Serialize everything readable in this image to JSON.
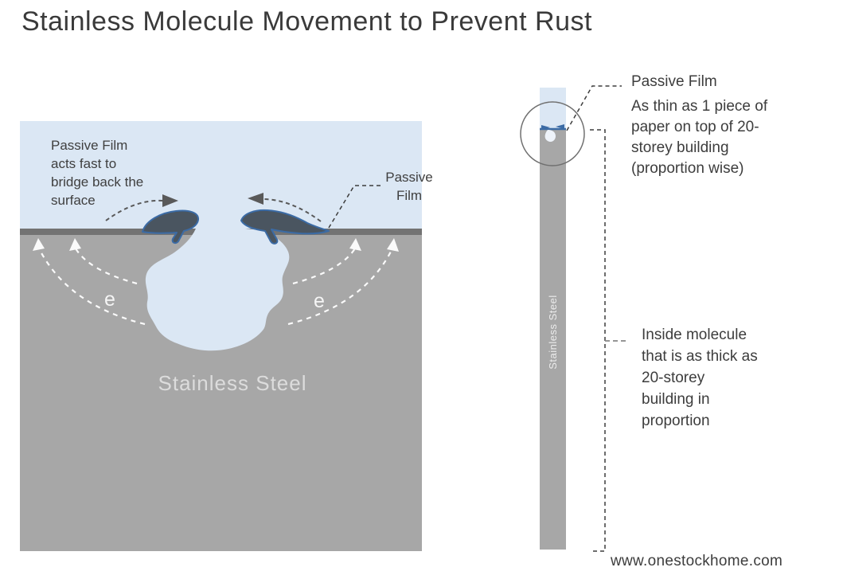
{
  "title": "Stainless Molecule Movement to Prevent Rust",
  "palette": {
    "sky_blue": "#dbe7f4",
    "steel_gray": "#a7a7a7",
    "surface_band": "#737373",
    "passive_film_dark": "#4a5560",
    "passive_film_outline": "#3b6ba5",
    "text_dark": "#3d3d3d",
    "steel_label_light": "#dcdcdc",
    "white_arrow": "#fafafa"
  },
  "left_diagram": {
    "caption_bridge": "Passive Film\nacts fast to\nbridge back the\nsurface",
    "passive_film_label": "Passive\nFilm",
    "electron_left": "e",
    "electron_right": "e",
    "steel_label": "Stainless Steel"
  },
  "right_diagram": {
    "bar_label": "Stainless Steel",
    "film_title": "Passive Film",
    "film_note": "As thin as 1 piece of\npaper on top of 20-\nstorey building\n(proportion wise)",
    "molecule_note": "Inside molecule\nthat is as thick as\n20-storey\nbuilding in\nproportion"
  },
  "footer": {
    "website": "www.onestockhome.com"
  }
}
